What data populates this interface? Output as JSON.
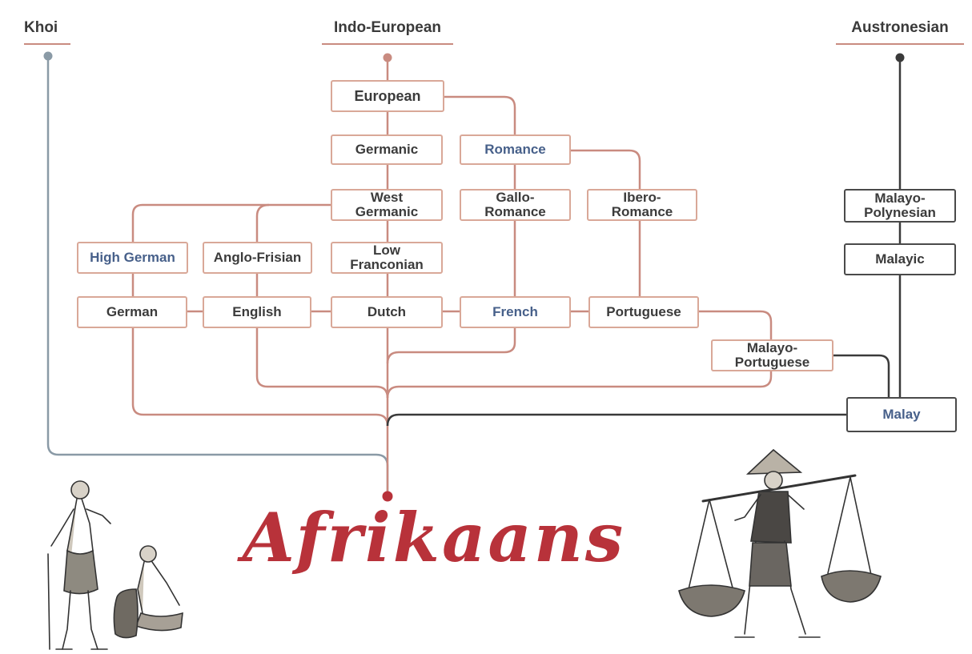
{
  "roots": {
    "khoi": "Khoi",
    "indo_european": "Indo-European",
    "austronesian": "Austronesian"
  },
  "nodes": {
    "european": "European",
    "germanic": "Germanic",
    "romance": "Romance",
    "west_germanic": "West\nGermanic",
    "gallo_romance": "Gallo-\nRomance",
    "ibero_romance": "Ibero-\nRomance",
    "high_german": "High German",
    "anglo_frisian": "Anglo-Frisian",
    "low_franconian": "Low\nFranconian",
    "german": "German",
    "english": "English",
    "dutch": "Dutch",
    "french": "French",
    "portuguese": "Portuguese",
    "malayo_portuguese": "Malayo-\nPortuguese",
    "malayo_polynesian": "Malayo-\nPolynesian",
    "malayic": "Malayic",
    "malay": "Malay"
  },
  "title": "Afrikaans",
  "colors": {
    "indo_european_line": "#c98b80",
    "khoi_line": "#8a9aa6",
    "austronesian_line": "#3a3a3a",
    "title": "#b8323a",
    "blue_text": "#47608a"
  },
  "illustrations": [
    "khoi-people-sketch",
    "malay-porter-sketch"
  ]
}
